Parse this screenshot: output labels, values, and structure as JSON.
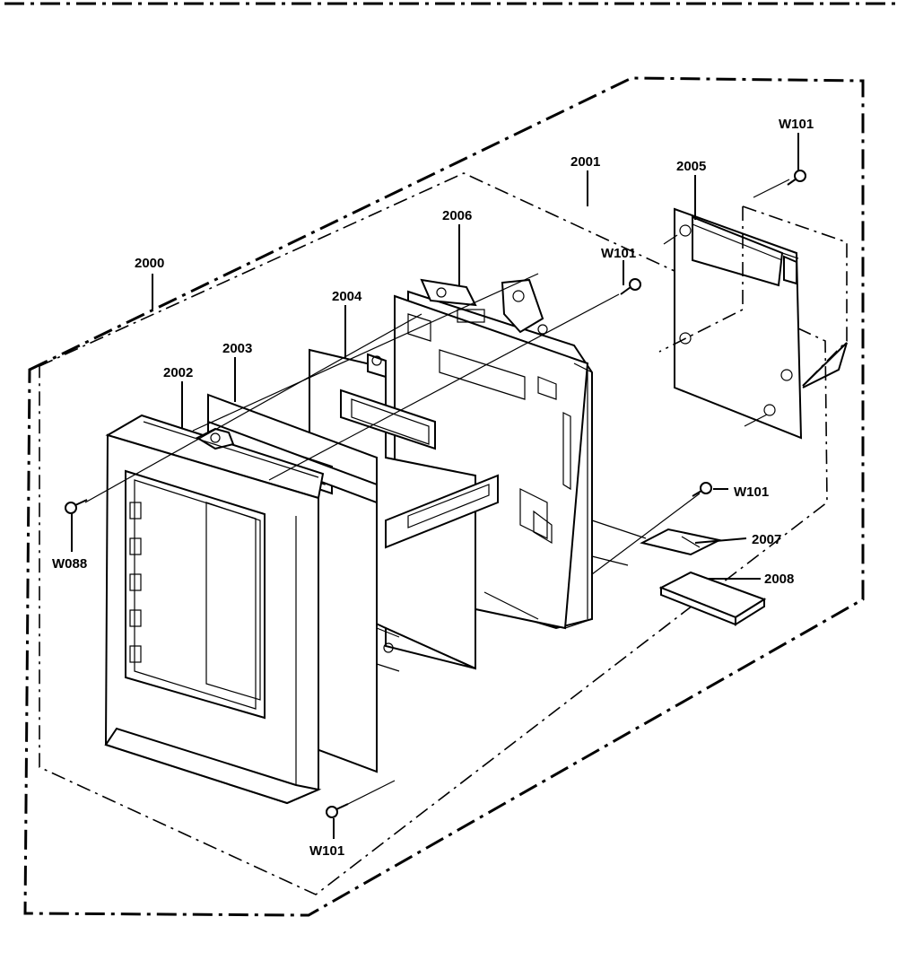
{
  "labels": {
    "l2000": "2000",
    "l2001": "2001",
    "l2002": "2002",
    "l2003": "2003",
    "l2004": "2004",
    "l2005": "2005",
    "l2006": "2006",
    "l2007": "2007",
    "l2008": "2008",
    "w101_top": "W101",
    "w101_mid": "W101",
    "w101_right": "W101",
    "w101_bottom": "W101",
    "w088": "W088"
  }
}
